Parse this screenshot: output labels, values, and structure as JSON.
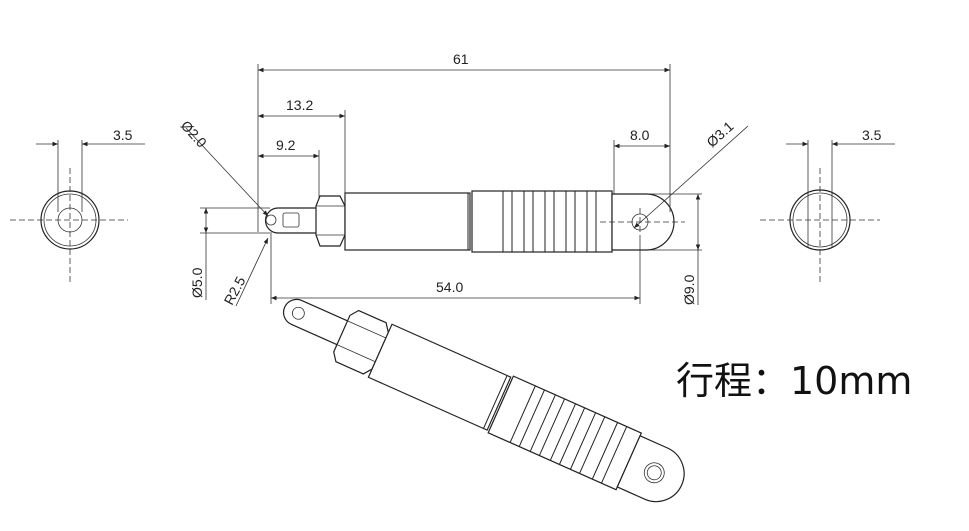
{
  "dimensions": {
    "overall_length": "61",
    "length_13_2": "13.2",
    "length_9_2": "9.2",
    "length_8_0": "8.0",
    "length_54_0": "54.0",
    "hole_dia_left": "Ø2.0",
    "hole_dia_right": "Ø3.1",
    "radius": "R2.5",
    "height_left": "Ø5.0",
    "height_right": "Ø9.0",
    "end_view_left_width": "3.5",
    "end_view_right_width": "3.5"
  },
  "stroke_label": "行程：10mm"
}
